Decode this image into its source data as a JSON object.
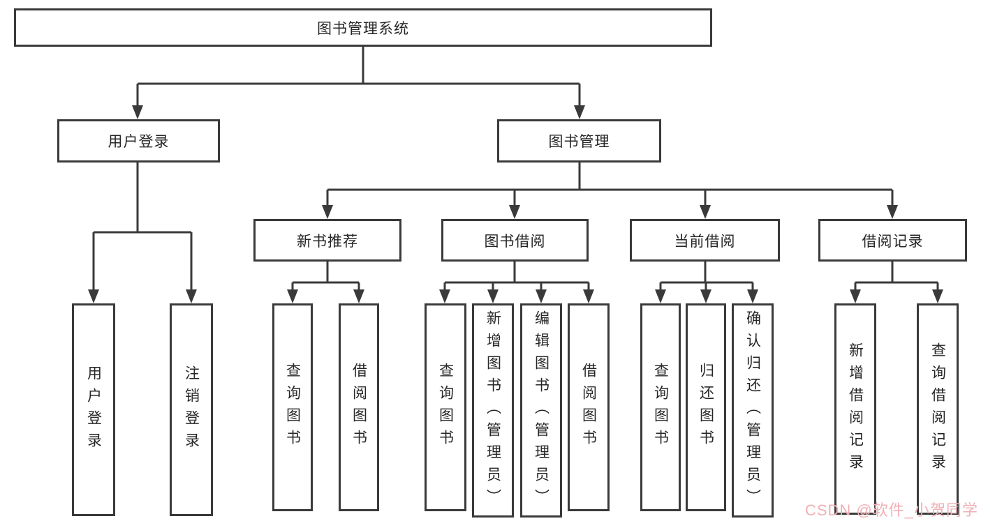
{
  "colors": {
    "line": "#3a3a3a",
    "text": "#262626",
    "background": "#ffffff",
    "watermark": "#f0b0b6"
  },
  "watermark": {
    "text": "CSDN @软件_小贺同学"
  },
  "tree": {
    "root": {
      "label": "图书管理系统"
    },
    "level2": [
      {
        "label": "用户登录"
      },
      {
        "label": "图书管理"
      }
    ],
    "level3": [
      {
        "label": "新书推荐"
      },
      {
        "label": "图书借阅"
      },
      {
        "label": "当前借阅"
      },
      {
        "label": "借阅记录"
      }
    ],
    "leaves": [
      {
        "label": "用户登录"
      },
      {
        "label": "注销登录"
      },
      {
        "label": "查询图书"
      },
      {
        "label": "借阅图书"
      },
      {
        "label": "查询图书"
      },
      {
        "label": "新增图书（管理员）"
      },
      {
        "label": "编辑图书（管理员）"
      },
      {
        "label": "借阅图书"
      },
      {
        "label": "查询图书"
      },
      {
        "label": "归还图书"
      },
      {
        "label": "确认归还（管理员）"
      },
      {
        "label": "新增借阅记录"
      },
      {
        "label": "查询借阅记录"
      }
    ]
  }
}
